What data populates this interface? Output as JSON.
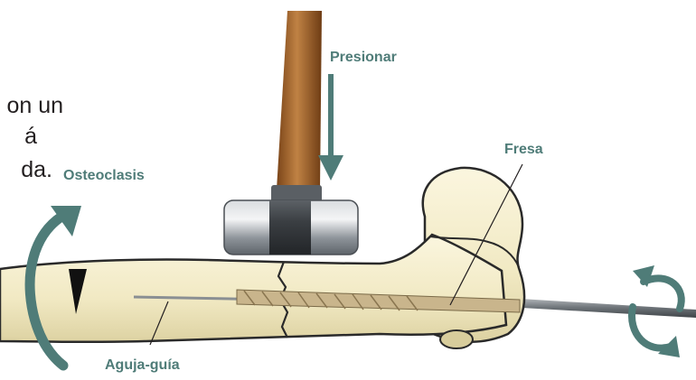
{
  "body_text_fragments": [
    "on un",
    "á",
    "da."
  ],
  "labels": {
    "pressure": "Presionar",
    "osteoclasis": "Osteoclasis",
    "reamer": "Fresa",
    "guide_wire": "Aguja-guía"
  },
  "colors": {
    "label_teal": "#4f7c78",
    "bone": "#f1e9c3",
    "bone_outline": "#2a2a2a",
    "handle_wood": "#a86a34",
    "hammer_steel": "#9aa0a6",
    "guide_wire": "#7d8287",
    "reamer": "#c9b58c"
  }
}
